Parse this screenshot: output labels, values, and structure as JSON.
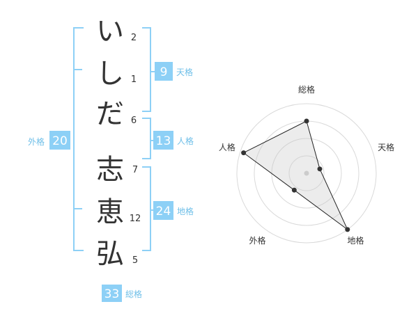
{
  "name": {
    "characters": [
      {
        "char": "い",
        "strokes": "2"
      },
      {
        "char": "し",
        "strokes": "1"
      },
      {
        "char": "だ",
        "strokes": "6"
      },
      {
        "char": "志",
        "strokes": "7"
      },
      {
        "char": "恵",
        "strokes": "12"
      },
      {
        "char": "弘",
        "strokes": "5"
      }
    ]
  },
  "fortune": {
    "tenkaku": {
      "label": "天格",
      "value": "9"
    },
    "jinkaku": {
      "label": "人格",
      "value": "13"
    },
    "chikaku": {
      "label": "地格",
      "value": "24"
    },
    "gaikaku": {
      "label": "外格",
      "value": "20"
    },
    "soukaku": {
      "label": "総格",
      "value": "33"
    }
  },
  "chart_data": {
    "type": "radar",
    "axes": [
      "総格",
      "天格",
      "地格",
      "外格",
      "人格"
    ],
    "values": [
      0.75,
      0.2,
      1.0,
      0.3,
      0.95
    ],
    "rings": 4,
    "max": 1
  },
  "colors": {
    "accent": "#8dd0f6",
    "label": "#6fbfe8",
    "text": "#333333"
  }
}
